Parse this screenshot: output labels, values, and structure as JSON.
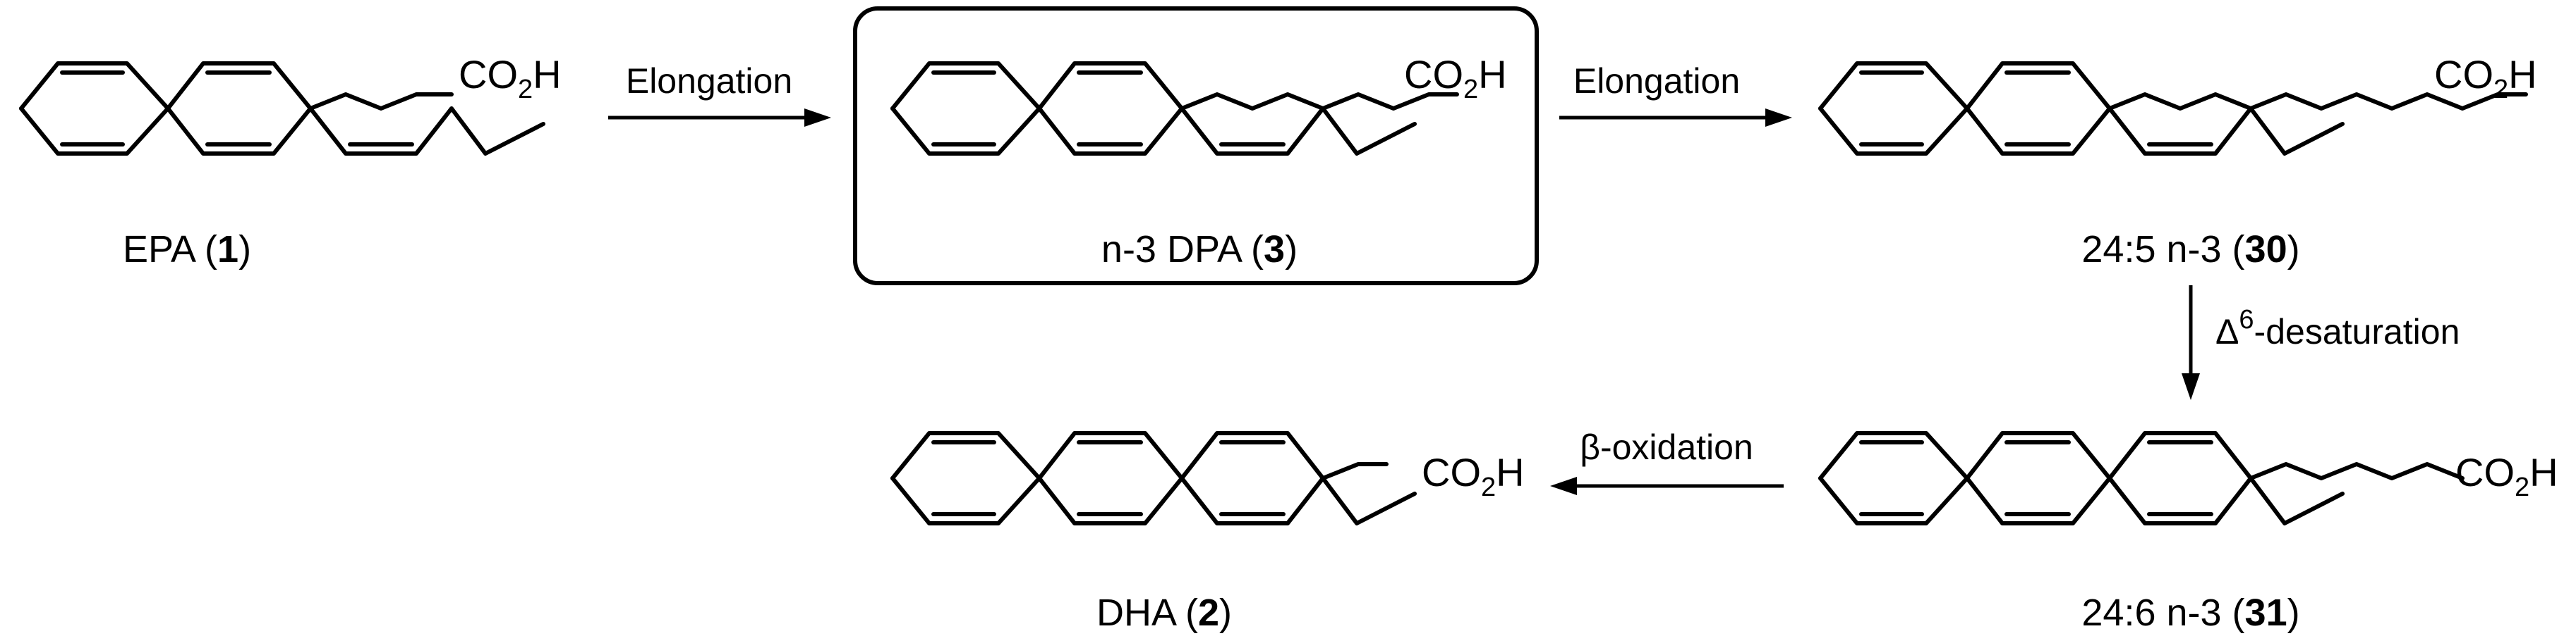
{
  "compounds": {
    "epa": {
      "name": "EPA",
      "number": "1",
      "acid": "CO",
      "acid_sub": "2",
      "acid_h": "H"
    },
    "dpa": {
      "name": "n-3 DPA",
      "number": "3",
      "acid": "CO",
      "acid_sub": "2",
      "acid_h": "H"
    },
    "c24_5": {
      "name": "24:5 n-3",
      "number": "30",
      "acid": "CO",
      "acid_sub": "2",
      "acid_h": "H"
    },
    "c24_6": {
      "name": "24:6 n-3",
      "number": "31",
      "acid": "CO",
      "acid_sub": "2",
      "acid_h": "H"
    },
    "dha": {
      "name": "DHA",
      "number": "2",
      "acid": "CO",
      "acid_sub": "2",
      "acid_h": "H"
    }
  },
  "steps": {
    "elongation1": "Elongation",
    "elongation2": "Elongation",
    "desaturation_delta": "Δ",
    "desaturation_sup": "6",
    "desaturation_rest": "-desaturation",
    "beta_oxidation": "β-oxidation"
  }
}
